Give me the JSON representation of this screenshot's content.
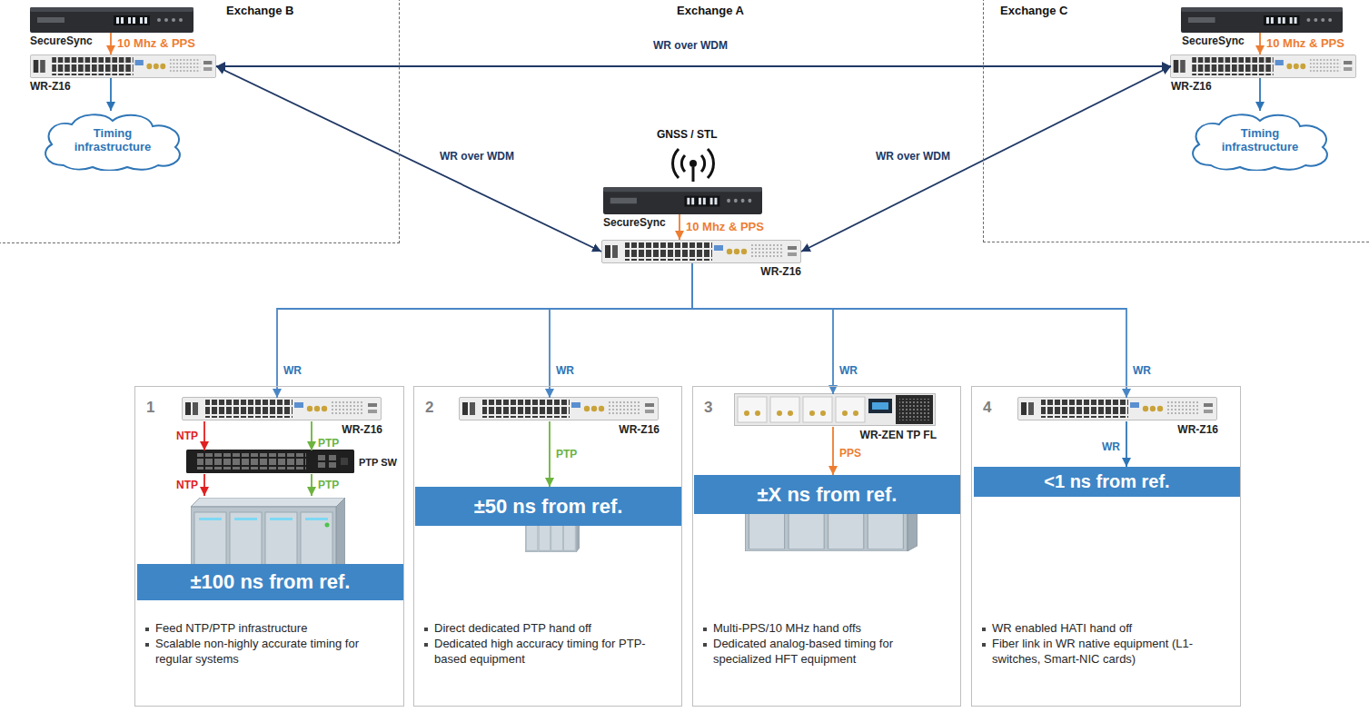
{
  "diagram": {
    "nodes": [
      {
        "text": [
          "Exchange B"
        ]
      },
      {
        "text": [
          "SecureSync"
        ],
        "in": 0
      },
      {
        "text": [
          "WR-Z16"
        ],
        "in": 0
      },
      {
        "text": [
          "Timing infrastructure"
        ],
        "in": 0
      },
      {
        "text": [
          "Exchange C"
        ]
      },
      {
        "text": [
          "SecureSync"
        ],
        "in": 4
      },
      {
        "text": [
          "WR-Z16"
        ],
        "in": 4
      },
      {
        "text": [
          "Timing infrastructure"
        ],
        "in": 4
      },
      {
        "text": [
          "SecureSync"
        ]
      },
      {
        "text": [
          "WR-Z16"
        ]
      },
      {
        "text": [
          "1",
          "Feed NTP/PTP infrastructure",
          "Scalable non-highly accurate timing for regular systems"
        ]
      },
      {
        "text": [
          "WR-Z16"
        ],
        "in": 10
      },
      {
        "text": [
          "PTP SW"
        ],
        "in": 10
      },
      {
        "text": [
          "±100 ns from ref."
        ],
        "in": 10
      },
      {
        "text": [
          "2",
          "Direct dedicated PTP hand off",
          "Dedicated high accuracy timing for PTP-based equipment"
        ]
      },
      {
        "text": [
          "WR-Z16"
        ],
        "in": 14
      },
      {
        "text": [
          "±50 ns from ref."
        ],
        "in": 14
      },
      {
        "text": [
          "3",
          "Multi-PPS/10 MHz hand offs",
          "Dedicated analog-based timing for specialized HFT equipment"
        ]
      },
      {
        "text": [
          "WR-ZEN TP FL"
        ],
        "in": 17
      },
      {
        "text": [
          "±X ns from ref."
        ],
        "in": 17
      },
      {
        "text": [
          "4",
          "WR enabled HATI hand off",
          "Fiber link in WR native equipment (L1-switches, Smart-NIC cards)"
        ]
      },
      {
        "text": [
          "WR-Z16"
        ],
        "in": 20
      },
      {
        "text": [
          "<1 ns from ref."
        ],
        "in": 20
      }
    ],
    "edges": [
      {
        "from": 1,
        "to": 2,
        "label": "10 Mhz & PPS",
        "arrow": "to"
      },
      {
        "from": 2,
        "to": 3,
        "arrow": "to"
      },
      {
        "from": 5,
        "to": 6,
        "label": "10 Mhz & PPS",
        "arrow": "to"
      },
      {
        "from": 6,
        "to": 7,
        "arrow": "to"
      },
      {
        "from": 8,
        "to": 9,
        "label": "10 Mhz & PPS",
        "arrow": "to"
      },
      {
        "from": 2,
        "to": 6,
        "label": "WR over WDM",
        "arrow": "both"
      },
      {
        "from": 2,
        "to": 9,
        "label": "WR over WDM",
        "arrow": "both"
      },
      {
        "from": 6,
        "to": 9,
        "label": "WR over WDM",
        "arrow": "both"
      },
      {
        "from": 9,
        "to": 11,
        "label": "WR",
        "arrow": "to"
      },
      {
        "from": 9,
        "to": 15,
        "label": "WR",
        "arrow": "to"
      },
      {
        "from": 9,
        "to": 18,
        "label": "WR",
        "arrow": "to"
      },
      {
        "from": 9,
        "to": 21,
        "label": "WR",
        "arrow": "to"
      },
      {
        "from": 11,
        "to": 12,
        "label": "NTP",
        "arrow": "to"
      },
      {
        "from": 11,
        "to": 12,
        "label": "PTP",
        "arrow": "to"
      },
      {
        "from": 12,
        "to": 13,
        "label": "NTP",
        "arrow": "to"
      },
      {
        "from": 12,
        "to": 13,
        "label": "PTP",
        "arrow": "to"
      },
      {
        "from": 15,
        "to": 16,
        "label": "PTP",
        "arrow": "to"
      },
      {
        "from": 18,
        "to": 19,
        "label": "PPS",
        "arrow": "to"
      },
      {
        "from": 21,
        "to": 22,
        "label": "WR",
        "arrow": "to"
      }
    ],
    "labels": [
      "Exchange A",
      "GNSS / STL"
    ]
  }
}
